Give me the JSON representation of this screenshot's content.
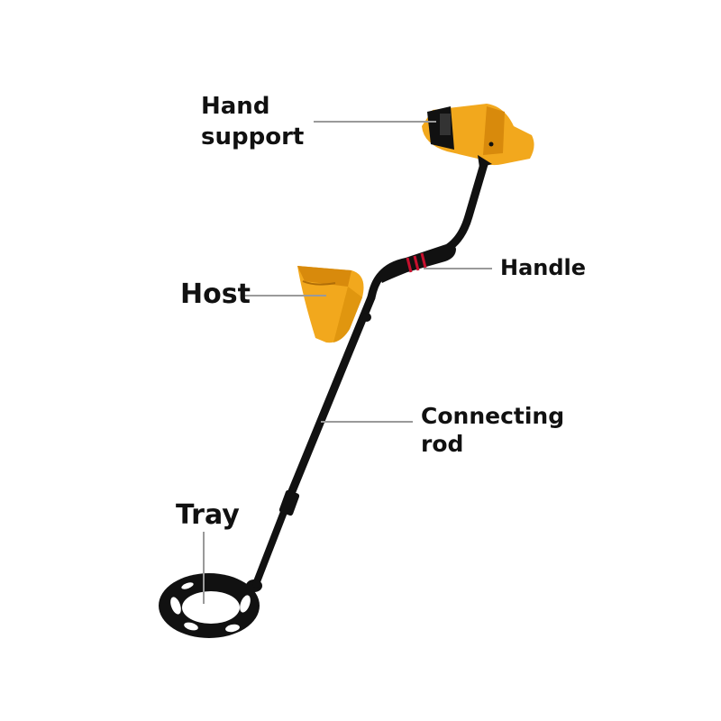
{
  "labels": {
    "hand_support": [
      "Hand",
      "support"
    ],
    "handle": "Handle",
    "host": "Host",
    "connecting_rod": [
      "Connecting",
      "rod"
    ],
    "tray": "Tray"
  },
  "colors": {
    "body_yellow": "#f2a81d",
    "shadow_yellow": "#d88a0c",
    "rod_black": "#111111",
    "grip_red": "#c8102e",
    "leader_gray": "#9a9a9a"
  }
}
